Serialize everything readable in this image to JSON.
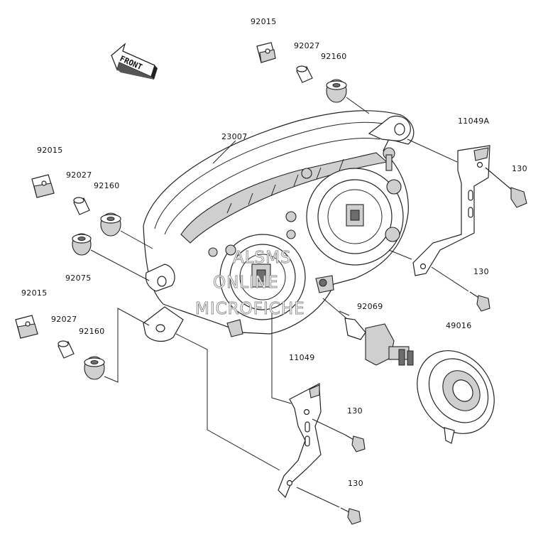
{
  "diagram": {
    "front_label": "FRONT",
    "watermark": [
      "ALSMS",
      "ONLINE",
      "MICROFICHE"
    ],
    "parts": [
      {
        "id": "p92015a",
        "number": "92015"
      },
      {
        "id": "p92027a",
        "number": "92027"
      },
      {
        "id": "p92160a",
        "number": "92160"
      },
      {
        "id": "p23007",
        "number": "23007"
      },
      {
        "id": "p11049A",
        "number": "11049A"
      },
      {
        "id": "p130a",
        "number": "130"
      },
      {
        "id": "p92015b",
        "number": "92015"
      },
      {
        "id": "p92027b",
        "number": "92027"
      },
      {
        "id": "p92160b",
        "number": "92160"
      },
      {
        "id": "p92075",
        "number": "92075"
      },
      {
        "id": "p130b",
        "number": "130"
      },
      {
        "id": "p92015c",
        "number": "92015"
      },
      {
        "id": "p92027c",
        "number": "92027"
      },
      {
        "id": "p92160c",
        "number": "92160"
      },
      {
        "id": "p92069",
        "number": "92069"
      },
      {
        "id": "p49016",
        "number": "49016"
      },
      {
        "id": "p11049",
        "number": "11049"
      },
      {
        "id": "p130c",
        "number": "130"
      },
      {
        "id": "p130d",
        "number": "130"
      }
    ]
  }
}
